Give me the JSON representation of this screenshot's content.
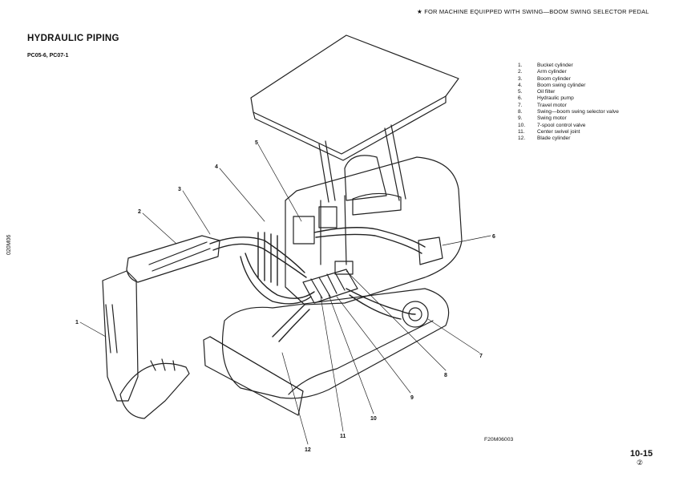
{
  "header": {
    "note": "★ FOR MACHINE EQUIPPED WITH SWING—BOOM SWING SELECTOR PEDAL",
    "title": "HYDRAULIC PIPING",
    "models": "PC05-6, PC07-1",
    "side_code": "020M06"
  },
  "legend": [
    {
      "num": "1.",
      "label": "Bucket cylinder"
    },
    {
      "num": "2.",
      "label": "Arm cylinder"
    },
    {
      "num": "3.",
      "label": "Boom cylinder"
    },
    {
      "num": "4.",
      "label": "Boom swing cylinder"
    },
    {
      "num": "5.",
      "label": "Oil filter"
    },
    {
      "num": "6.",
      "label": "Hydraulic pump"
    },
    {
      "num": "7.",
      "label": "Travel motor"
    },
    {
      "num": "8.",
      "label": "Swing—boom swing selector valve"
    },
    {
      "num": "9.",
      "label": "Swing motor"
    },
    {
      "num": "10.",
      "label": "7-spool control valve"
    },
    {
      "num": "11.",
      "label": "Center swivel joint"
    },
    {
      "num": "12.",
      "label": "Blade cylinder"
    }
  ],
  "callouts": [
    "1",
    "2",
    "3",
    "4",
    "5",
    "6",
    "7",
    "8",
    "9",
    "10",
    "11",
    "12"
  ],
  "footer": {
    "figure_code": "F20M06003",
    "page_number": "10-15",
    "revision": "②"
  }
}
